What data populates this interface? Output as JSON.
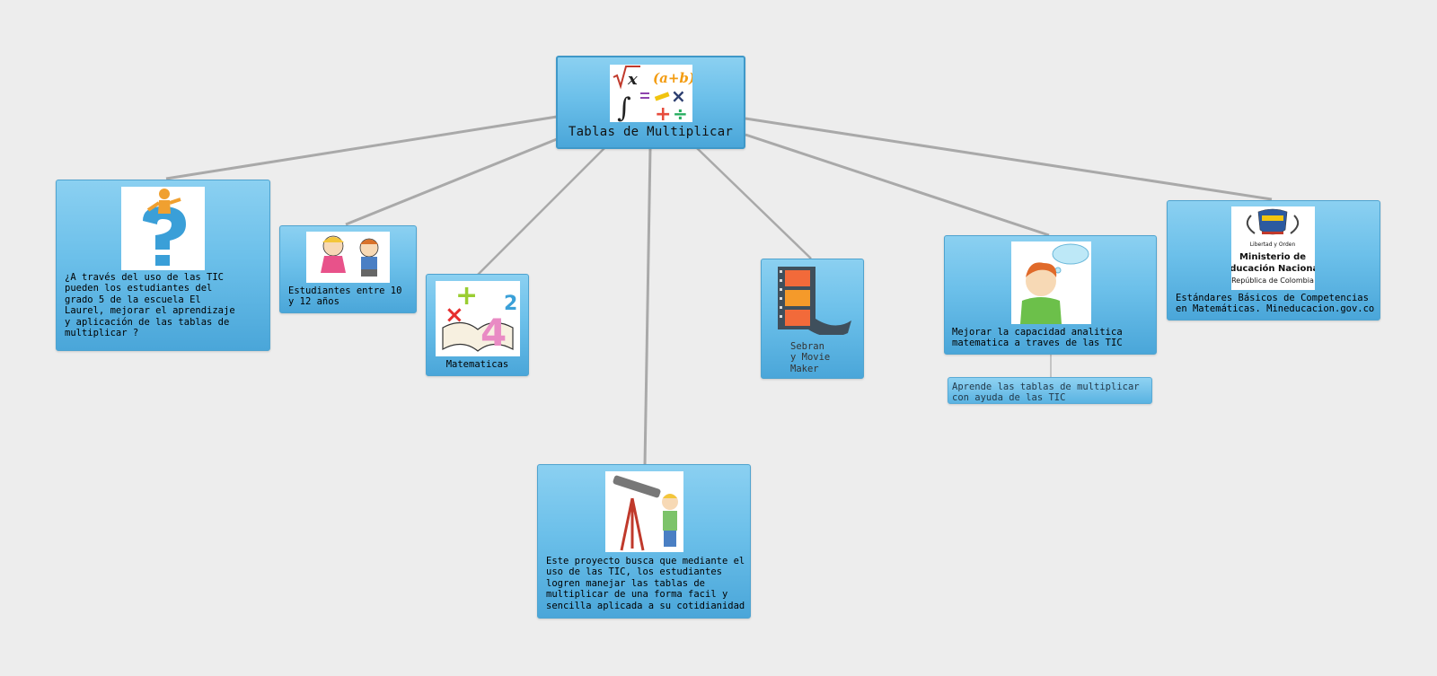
{
  "root": {
    "label": "Tablas de Multiplicar",
    "image": "math-symbols-image"
  },
  "nodes": [
    {
      "id": "question",
      "label": "¿A través del uso de las TIC\npueden los estudiantes del\ngrado 5 de la escuela El\nLaurel, mejorar el aprendizaje\ny aplicación de las tablas de\nmultiplicar ?",
      "image": "question-figure-image"
    },
    {
      "id": "students",
      "label": "Estudiantes entre 10\ny 12 años",
      "image": "children-image"
    },
    {
      "id": "math",
      "label": "Matematicas",
      "image": "math-book-image"
    },
    {
      "id": "purpose",
      "label": "Este proyecto busca que mediante el\nuso de las TIC, los estudiantes\nlogren manejar las tablas de\nmultiplicar de una forma facil y\nsencilla aplicada a su cotidianidad",
      "image": "telescope-boy-image"
    },
    {
      "id": "tools",
      "label": "Sebran\ny Movie\nMaker",
      "image": "film-strip-image"
    },
    {
      "id": "goal",
      "label": "Mejorar la capacidad analitica\nmatematica a traves de las TIC",
      "image": "thinking-boy-image"
    },
    {
      "id": "goal-sub",
      "label": "Aprende las tablas de multiplicar\ncon ayuda de las TIC"
    },
    {
      "id": "standards",
      "label": "Estándares Básicos de Competencias\nen Matemáticas. Mineducacion.gov.co",
      "image": "ministry-logo-image",
      "logo_text": {
        "line1": "Libertad y Orden",
        "line2": "Ministerio de",
        "line3": "Educación Nacional",
        "line4": "República de Colombia"
      }
    }
  ]
}
